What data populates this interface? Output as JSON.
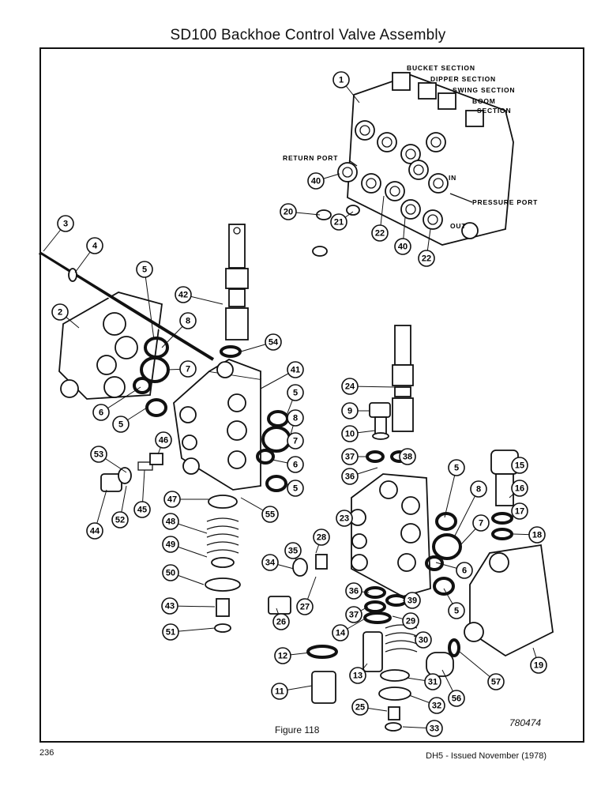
{
  "page": {
    "title": "SD100 Backhoe Control Valve Assembly",
    "figure_caption": "Figure 118",
    "part_number": "780474",
    "page_number": "236",
    "issued": "DH5 - Issued November (1978)"
  },
  "section_labels": {
    "bucket": "BUCKET SECTION",
    "dipper": "DIPPER SECTION",
    "swing": "SWING SECTION",
    "boom_1": "BOOM",
    "boom_2": "SECTION",
    "return_port": "RETURN PORT",
    "pressure_port": "PRESSURE PORT",
    "in_mark": "IN",
    "out_mark": "OUT"
  },
  "callouts": [
    "1",
    "3",
    "4",
    "2",
    "5",
    "8",
    "7",
    "6",
    "5",
    "42",
    "54",
    "41",
    "5",
    "8",
    "7",
    "6",
    "5",
    "53",
    "46",
    "45",
    "52",
    "44",
    "47",
    "55",
    "48",
    "49",
    "50",
    "43",
    "51",
    "24",
    "9",
    "10",
    "37",
    "38",
    "36",
    "23",
    "5",
    "8",
    "7",
    "6",
    "5",
    "15",
    "16",
    "17",
    "18",
    "19",
    "28",
    "35",
    "34",
    "27",
    "26",
    "36",
    "37",
    "39",
    "29",
    "14",
    "30",
    "12",
    "11",
    "13",
    "31",
    "32",
    "25",
    "33",
    "56",
    "57",
    "40",
    "20",
    "21",
    "22",
    "40",
    "22"
  ]
}
